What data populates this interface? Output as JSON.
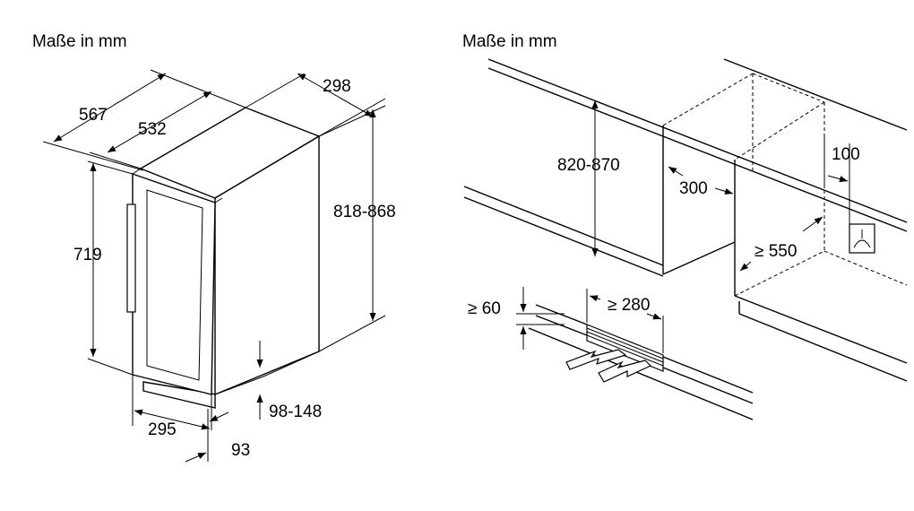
{
  "left": {
    "title": "Maße in mm",
    "dims": {
      "depth_total": "567",
      "depth_body": "532",
      "width": "298",
      "height_total": "818-868",
      "door_height": "719",
      "door_width": "295",
      "plinth": "98-148",
      "offset": "93"
    }
  },
  "right": {
    "title": "Maße in mm",
    "dims": {
      "niche_height": "820-870",
      "niche_width": "300",
      "niche_depth": "≥ 550",
      "socket_offset": "100",
      "vent_height": "≥ 60",
      "vent_width": "≥ 280"
    }
  }
}
